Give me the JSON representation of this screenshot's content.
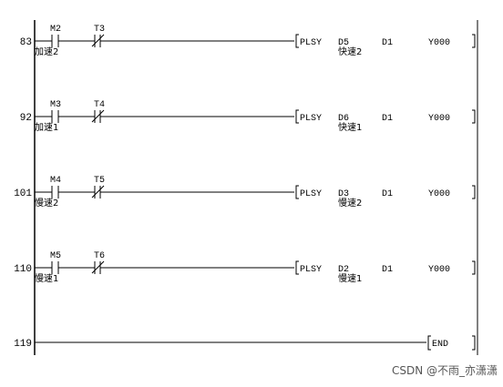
{
  "diagram": {
    "rungs": [
      {
        "step": "83",
        "contact": {
          "device": "M2",
          "comment": "加速2"
        },
        "nc_contact": {
          "device": "T3"
        },
        "instruction": {
          "op": "PLSY",
          "op1": "D5",
          "op1_comment": "快速2",
          "op2": "D1",
          "op3": "Y000"
        }
      },
      {
        "step": "92",
        "contact": {
          "device": "M3",
          "comment": "加速1"
        },
        "nc_contact": {
          "device": "T4"
        },
        "instruction": {
          "op": "PLSY",
          "op1": "D6",
          "op1_comment": "快速1",
          "op2": "D1",
          "op3": "Y000"
        }
      },
      {
        "step": "101",
        "contact": {
          "device": "M4",
          "comment": "慢速2"
        },
        "nc_contact": {
          "device": "T5"
        },
        "instruction": {
          "op": "PLSY",
          "op1": "D3",
          "op1_comment": "慢速2",
          "op2": "D1",
          "op3": "Y000"
        }
      },
      {
        "step": "110",
        "contact": {
          "device": "M5",
          "comment": "慢速1"
        },
        "nc_contact": {
          "device": "T6"
        },
        "instruction": {
          "op": "PLSY",
          "op1": "D2",
          "op1_comment": "慢速1",
          "op2": "D1",
          "op3": "Y000"
        }
      }
    ],
    "end_rung": {
      "step": "119",
      "instruction": "END"
    }
  },
  "watermark": "CSDN @不雨_亦潇潇"
}
